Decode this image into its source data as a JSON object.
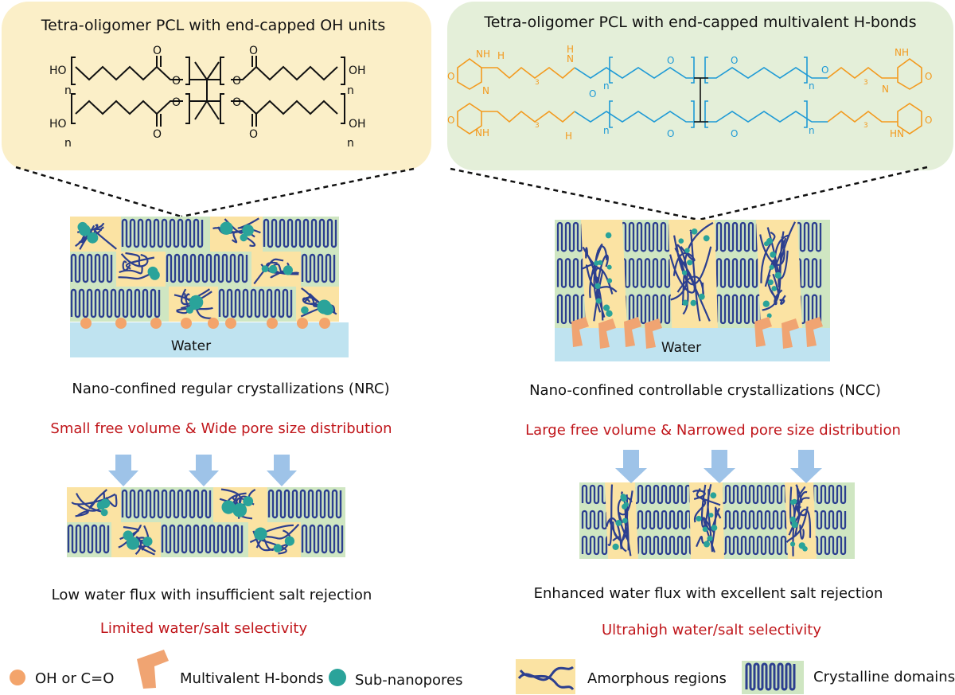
{
  "colors": {
    "left_box": "#fbefc8",
    "right_box": "#e4efd9",
    "black_chem": "#111111",
    "orange_chem": "#f39a1e",
    "blue_chem": "#1e9ad6",
    "crystalline_bg": "#cfe6c2",
    "amorphous_bg": "#fbe3a3",
    "chain": "#2c3f8f",
    "pore": "#2aa39a",
    "hydroxyl_dot": "#f3a46b",
    "hbond": "#f0a472",
    "water": "#bfe3f0",
    "arrow": "#9ec3e8",
    "red_text": "#c0161b"
  },
  "left": {
    "box_title": "Tetra-oligomer PCL with end-capped OH units",
    "chem": {
      "oh": "OH",
      "ho": "HO",
      "o": "O",
      "n": "n"
    },
    "water_label": "Water",
    "caption": "Nano-confined regular crystallizations (NRC)",
    "property": "Small free volume & Wide pore size distribution",
    "outcome": "Low water flux with insufficient salt rejection",
    "selectivity": "Limited  water/salt selectivity"
  },
  "right": {
    "box_title": "Tetra-oligomer PCL with end-capped multivalent H-bonds",
    "chem": {
      "o": "O",
      "n": "n",
      "nh": "NH",
      "h": "H",
      "hn": "HN",
      "n_atom": "N",
      "three": "3"
    },
    "water_label": "Water",
    "caption": "Nano-confined controllable crystallizations (NCC)",
    "property": "Large free volume & Narrowed pore size distribution",
    "outcome": "Enhanced water flux with excellent salt rejection",
    "selectivity": "Ultrahigh water/salt selectivity"
  },
  "legend": [
    {
      "key": "oh",
      "label": "OH or C=O",
      "icon": "orange-dot-icon"
    },
    {
      "key": "hbond",
      "label": "Multivalent H-bonds",
      "icon": "orange-bracket-icon"
    },
    {
      "key": "pore",
      "label": "Sub-nanopores",
      "icon": "teal-dot-icon"
    },
    {
      "key": "amorphous",
      "label": "Amorphous regions",
      "icon": "tangled-chain-icon"
    },
    {
      "key": "crystalline",
      "label": "Crystalline domains",
      "icon": "folded-chain-icon"
    }
  ]
}
